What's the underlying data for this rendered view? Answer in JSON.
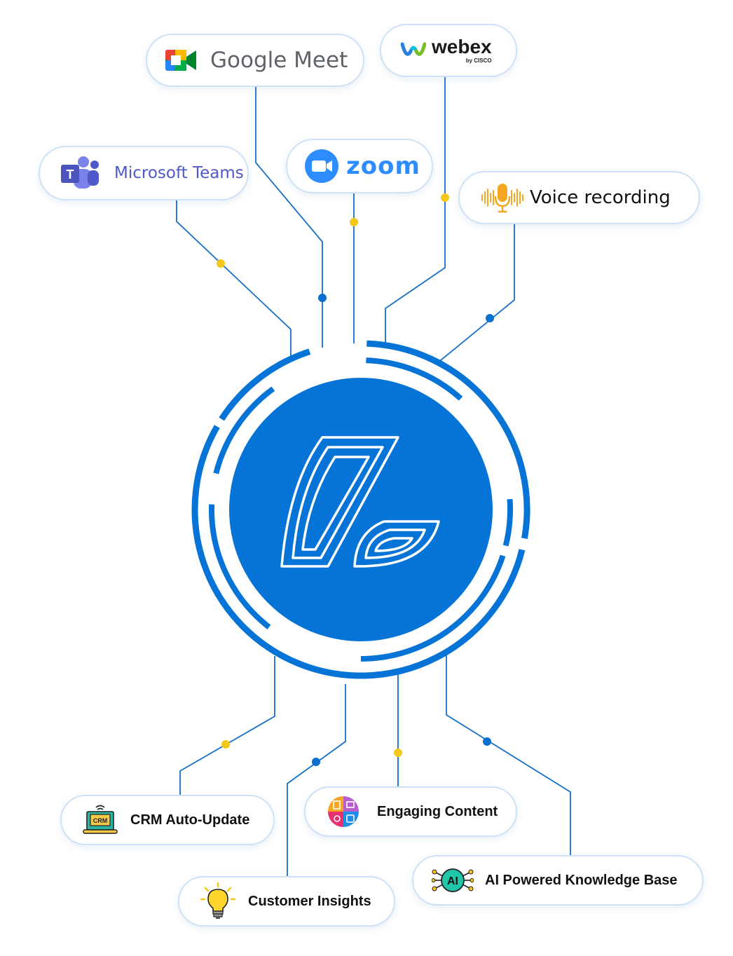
{
  "platforms": {
    "google_meet": "Google Meet",
    "webex": "webex",
    "webex_sub": "by CISCO",
    "microsoft_teams": "Microsoft Teams",
    "zoom": "zoom",
    "voice_recording": "Voice recording"
  },
  "features": {
    "crm": "CRM Auto-Update",
    "crm_icon_text": "CRM",
    "engaging": "Engaging Content",
    "insights": "Customer Insights",
    "knowledge": "AI Powered Knowledge Base",
    "knowledge_icon_text": "AI"
  },
  "colors": {
    "brand_blue": "#0674d6",
    "dot_yellow": "#f4c81b",
    "dot_blue": "#0a6fd0",
    "teams_purple": "#5059c9",
    "zoom_blue": "#2d8cff"
  }
}
